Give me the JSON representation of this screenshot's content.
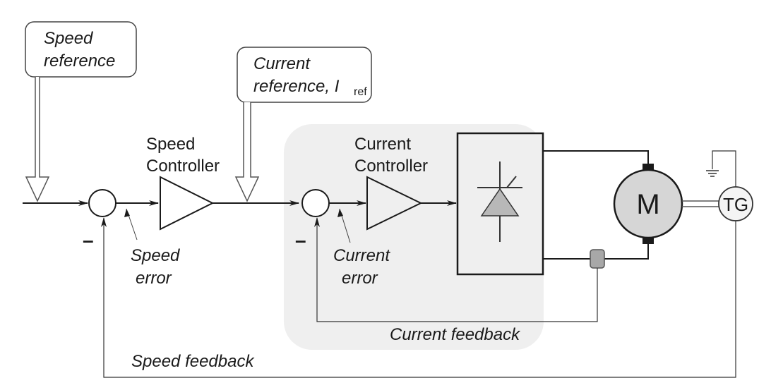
{
  "diagram": {
    "title": "DC motor drive cascade control: speed and current loops",
    "labels": {
      "speed_reference_line1": "Speed",
      "speed_reference_line2": "reference",
      "current_reference_line1": "Current",
      "current_reference_line2": "reference, I",
      "current_reference_sub": "ref",
      "speed_controller_line1": "Speed",
      "speed_controller_line2": "Controller",
      "current_controller_line1": "Current",
      "current_controller_line2": "Controller",
      "speed_error_line1": "Speed",
      "speed_error_line2": "error",
      "current_error_line1": "Current",
      "current_error_line2": "error",
      "current_feedback": "Current feedback",
      "speed_feedback": "Speed feedback",
      "motor": "M",
      "tachogenerator": "TG",
      "minus_sign_1": "–",
      "minus_sign_2": "–"
    },
    "colors": {
      "inner_loop_background": "#efefef",
      "motor_fill": "#d6d6d6",
      "thyristor_fill": "#b8b8b8",
      "sensor_fill": "#a8a8a8",
      "line": "#1a1a1a"
    }
  }
}
